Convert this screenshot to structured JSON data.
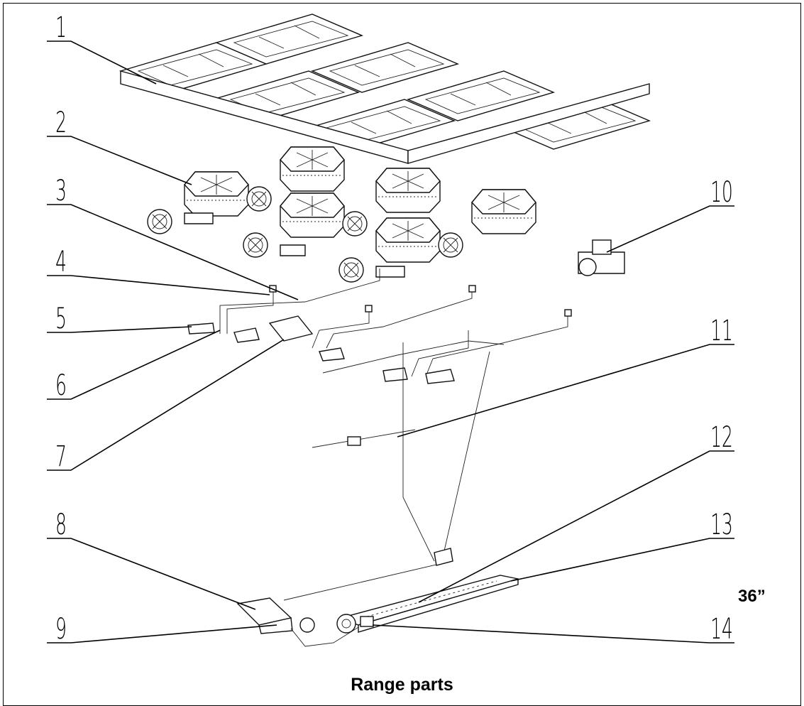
{
  "diagram": {
    "callouts": [
      "1",
      "2",
      "3",
      "4",
      "5",
      "6",
      "7",
      "8",
      "9",
      "10",
      "11",
      "12",
      "13",
      "14"
    ],
    "size_tag": "36”",
    "caption": "Range parts"
  }
}
